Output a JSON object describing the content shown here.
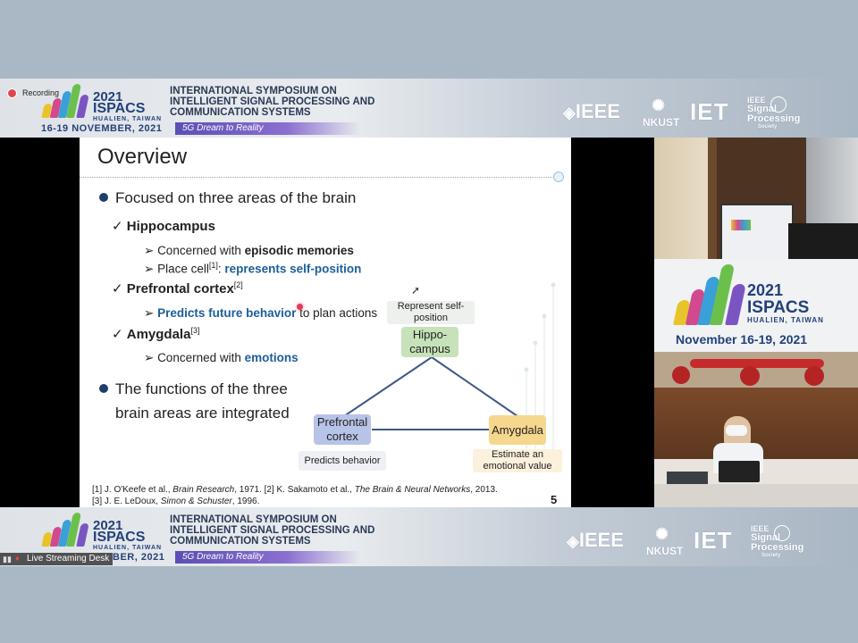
{
  "recording": {
    "label": "Recording"
  },
  "banner": {
    "year": "2021",
    "name": "ISPACS",
    "location": "HUALIEN, TAIWAN",
    "dates": "16-19 NOVEMBER, 2021",
    "dates_partial": "BER, 2021",
    "symposium_line1": "INTERNATIONAL SYMPOSIUM ON",
    "symposium_line2": "INTELLIGENT SIGNAL PROCESSING AND",
    "symposium_line3": "COMMUNICATION SYSTEMS",
    "tagline": "5G Dream to Reality",
    "sponsors": {
      "ieee": "IEEE",
      "nkust": "NKUST",
      "iet": "IET",
      "sps1": "IEEE",
      "sps2": "Signal",
      "sps3": "Processing",
      "sps4": "Society"
    }
  },
  "slide": {
    "title": "Overview",
    "b1": "Focused on three areas of the brain",
    "hippocampus": "Hippocampus",
    "h1_pre": "Concerned with ",
    "h1_em": "episodic memories",
    "h2_pre": "Place cell",
    "h2_sup": "[1]",
    "h2_mid": ": ",
    "h2_em": "represents self-position",
    "prefrontal": "Prefrontal cortex",
    "prefrontal_sup": "[2]",
    "p1_em": "Predicts future behavior",
    "p1_post": " to plan actions",
    "amygdala": "Amygdala",
    "amygdala_sup": "[3]",
    "a1_pre": "Concerned with ",
    "a1_em": "emotions",
    "b2_line1": "The functions of the three",
    "b2_line2": "brain areas are integrated",
    "diagram": {
      "hippo_note_line1": "Represent self-",
      "hippo_note_line2": "position",
      "hippo_line1": "Hippo-",
      "hippo_line2": "campus",
      "pfc_line1": "Prefrontal",
      "pfc_line2": "cortex",
      "amy": "Amygdala",
      "pfc_note": "Predicts behavior",
      "amy_note_line1": "Estimate an",
      "amy_note_line2": "emotional value"
    },
    "ref1_pre": "[1] J. O'Keefe et al., ",
    "ref1_journal": "Brain Research",
    "ref1_mid": ", 1971. [2] K. Sakamoto et al., ",
    "ref2_journal": "The Brain & Neural Networks",
    "ref2_post": ", 2013.",
    "ref3_pre": "[3] J. E. LeDoux, ",
    "ref3_pub": "Simon & Schuster",
    "ref3_post": ", 1996.",
    "page_number": "5"
  },
  "right_panel": {
    "year": "2021",
    "name": "ISPACS",
    "location": "HUALIEN, TAIWAN",
    "dates": "November 16-19, 2021"
  },
  "bottom": {
    "live_label": "Live Streaming Desk"
  }
}
